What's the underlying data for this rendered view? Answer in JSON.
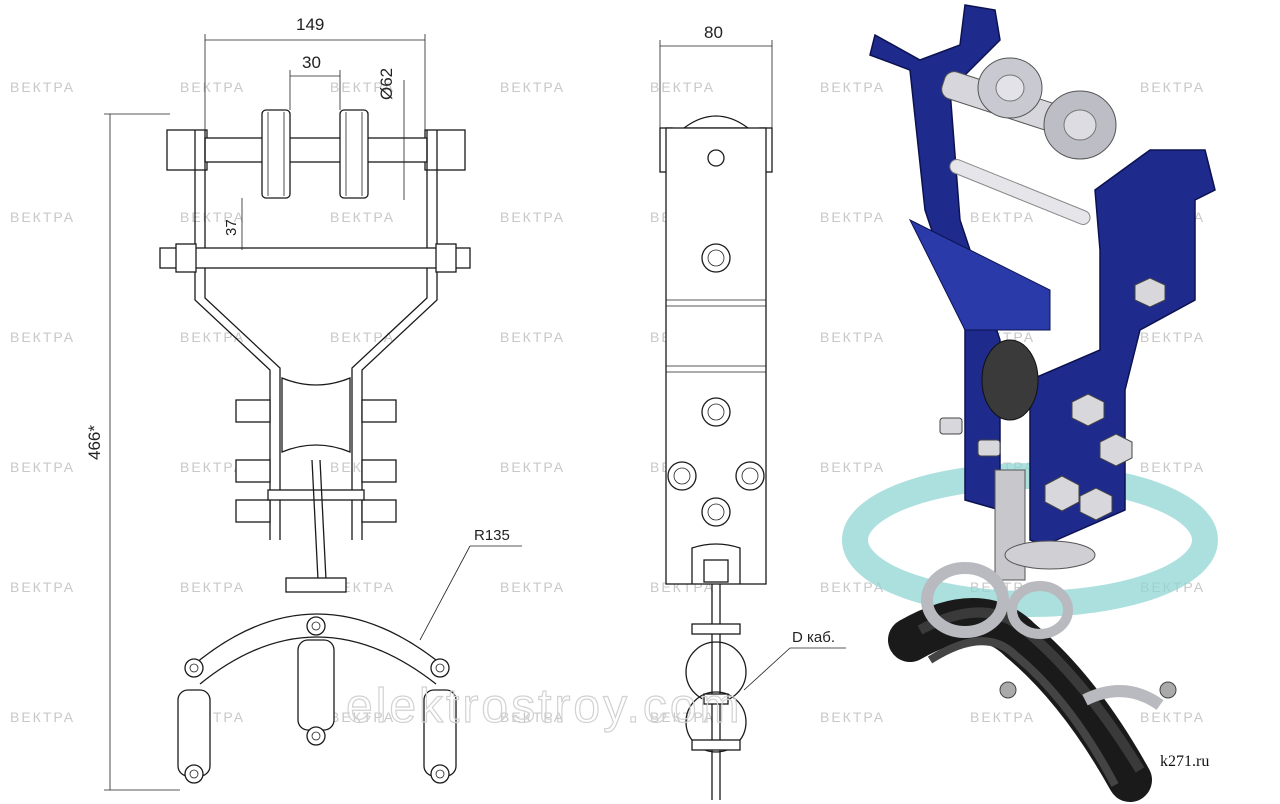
{
  "watermark": {
    "text": "ВЕКТРА"
  },
  "front_view": {
    "dim_width": "149",
    "dim_gap": "30",
    "dim_diameter": "Ø62",
    "dim_offset": "37",
    "dim_height": "466*",
    "dim_radius": "R135"
  },
  "side_view": {
    "dim_width": "80",
    "cable_label": "D каб."
  },
  "overlay": {
    "site_watermark": "elektrostroy.com",
    "site_code": "k271.ru"
  },
  "colors": {
    "bracket": "#1e2a8c",
    "ring": "#7fcfcf",
    "steel": "#b9b9c0"
  }
}
